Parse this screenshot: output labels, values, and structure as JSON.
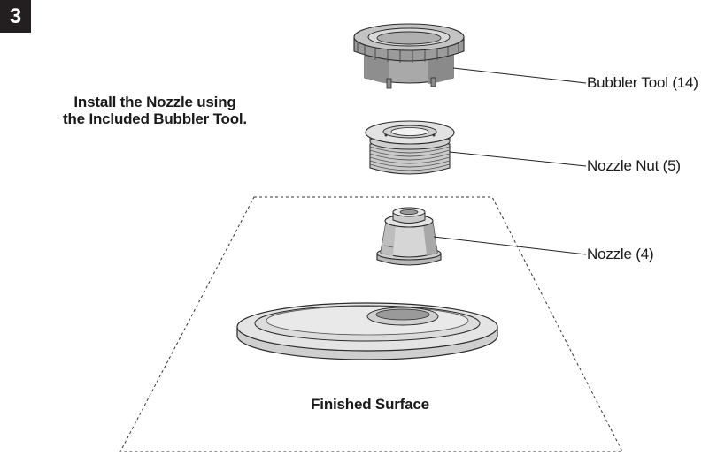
{
  "step_number": "3",
  "instruction": {
    "line1": "Install the Nozzle using",
    "line2": "the Included Bubbler Tool."
  },
  "callouts": {
    "bubbler_tool": "Bubbler Tool (14)",
    "nozzle_nut": "Nozzle Nut (5)",
    "nozzle": "Nozzle (4)"
  },
  "surface_label": "Finished Surface",
  "colors": {
    "part_light": "#d9d9d9",
    "part_mid": "#bdbdbd",
    "part_dark": "#7a7a7a",
    "outline": "#2a2a2a"
  }
}
